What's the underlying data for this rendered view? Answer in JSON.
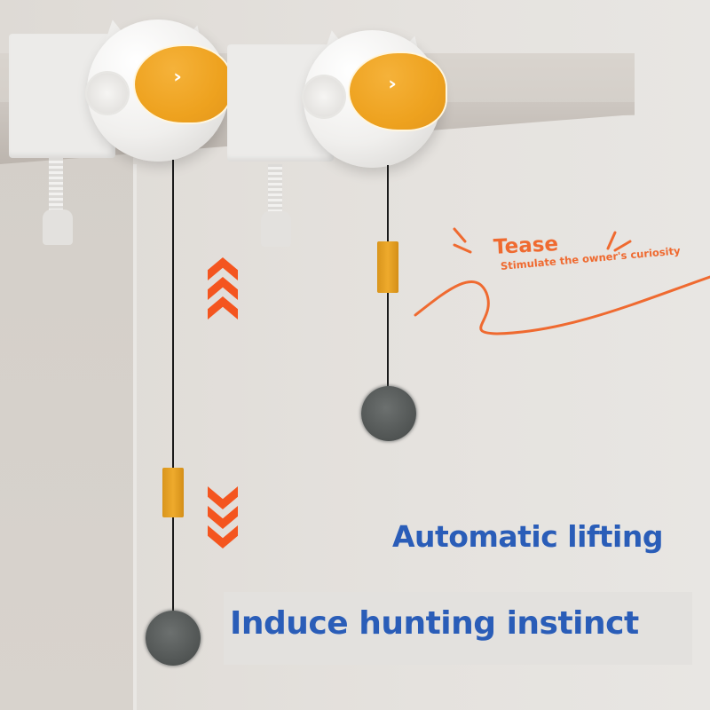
{
  "image": {
    "description": "Product marketing image of a wall-clamp automatic lifting cat teaser toy with hanging fluffy balls",
    "colors": {
      "background": "#e4e1dd",
      "accent_orange": "#f4551f",
      "callout_orange": "#ef6a30",
      "headline_blue": "#2a5db8",
      "toy_face_yellow": "#eea21f",
      "ball_gray": "#545857"
    }
  },
  "callout": {
    "title": "Tease",
    "subtitle": "Stimulate the owner's curiosity"
  },
  "headlines": {
    "primary": "Automatic lifting",
    "secondary": "Induce hunting instinct"
  },
  "indicators": {
    "up_arrow": "chevron-up-triple",
    "down_arrow": "chevron-down-triple"
  },
  "products": [
    {
      "name": "teaser-toy-left",
      "face_icon": "chevron-right-icon",
      "face_glyph": "›"
    },
    {
      "name": "teaser-toy-right",
      "face_icon": "chevron-right-icon",
      "face_glyph": "›"
    }
  ]
}
